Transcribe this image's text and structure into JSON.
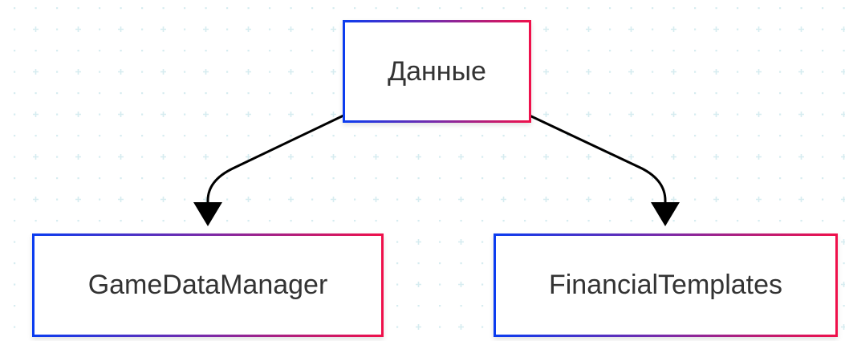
{
  "diagram": {
    "type": "flowchart-tree",
    "nodes": [
      {
        "id": "root",
        "label": "Данные"
      },
      {
        "id": "left",
        "label": "GameDataManager"
      },
      {
        "id": "right",
        "label": "FinancialTemplates"
      }
    ],
    "edges": [
      {
        "from": "root",
        "to": "left"
      },
      {
        "from": "root",
        "to": "right"
      }
    ],
    "colors": {
      "border_gradient_start": "#0a3cf0",
      "border_gradient_end": "#f0104a",
      "text": "#333333",
      "edge": "#000000",
      "grid": "#d6ecf0"
    }
  }
}
